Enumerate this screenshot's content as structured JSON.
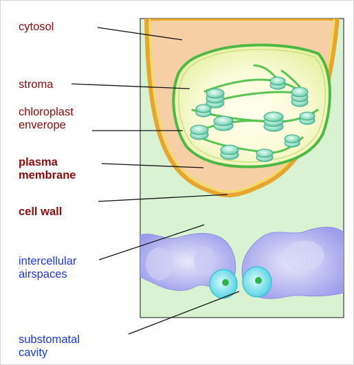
{
  "labels": {
    "cytosol": "cytosol",
    "stroma": "stroma",
    "chloroplast_envelope": "chloroplast\nenverope",
    "plasma_membrane": "plasma\nmembrane",
    "cell_wall": "cell wall",
    "intercellular_airspaces": "intercellular\nairspaces",
    "substomatal_cavity": "substomatal\ncavity"
  },
  "colors": {
    "panel_background": "#d9f3d2",
    "cytosol": "#f6cfa6",
    "cell_wall": "#e6a62e",
    "plasma_membrane": "#f2e243",
    "chloroplast_envelope": "#4fb845",
    "stroma": "#f4f7c4",
    "thylakoid": "#3fb79b",
    "mesophyll_cell": "#a8a8f0",
    "guard_cell": "#5fd7e3",
    "label_dark_red": "#8b0d0d",
    "label_blue": "#1c39d6"
  }
}
